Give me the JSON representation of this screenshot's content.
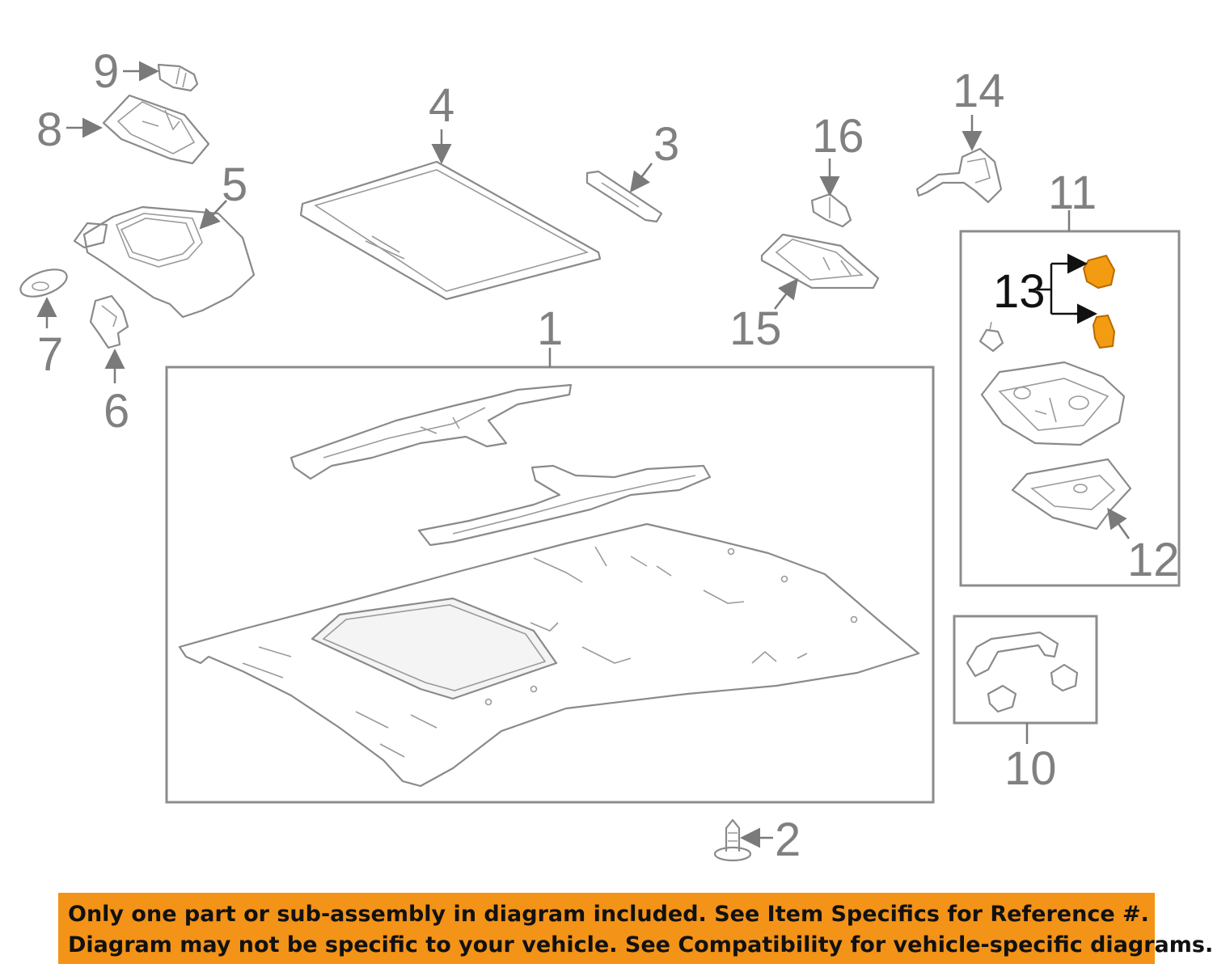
{
  "diagram": {
    "callouts": {
      "c1": "1",
      "c2": "2",
      "c3": "3",
      "c4": "4",
      "c5": "5",
      "c6": "6",
      "c7": "7",
      "c8": "8",
      "c9": "9",
      "c10": "10",
      "c11": "11",
      "c12": "12",
      "c13": "13",
      "c14": "14",
      "c15": "15",
      "c16": "16"
    },
    "highlight_color": "#f39c12",
    "line_color": "#8a8a8a"
  },
  "banner": {
    "line1": "Only one part or sub-assembly in diagram included. See Item Specifics for Reference #.",
    "line2": "Diagram may not be specific to your vehicle. See Compatibility for vehicle-specific diagrams.",
    "background": "#f39318"
  }
}
